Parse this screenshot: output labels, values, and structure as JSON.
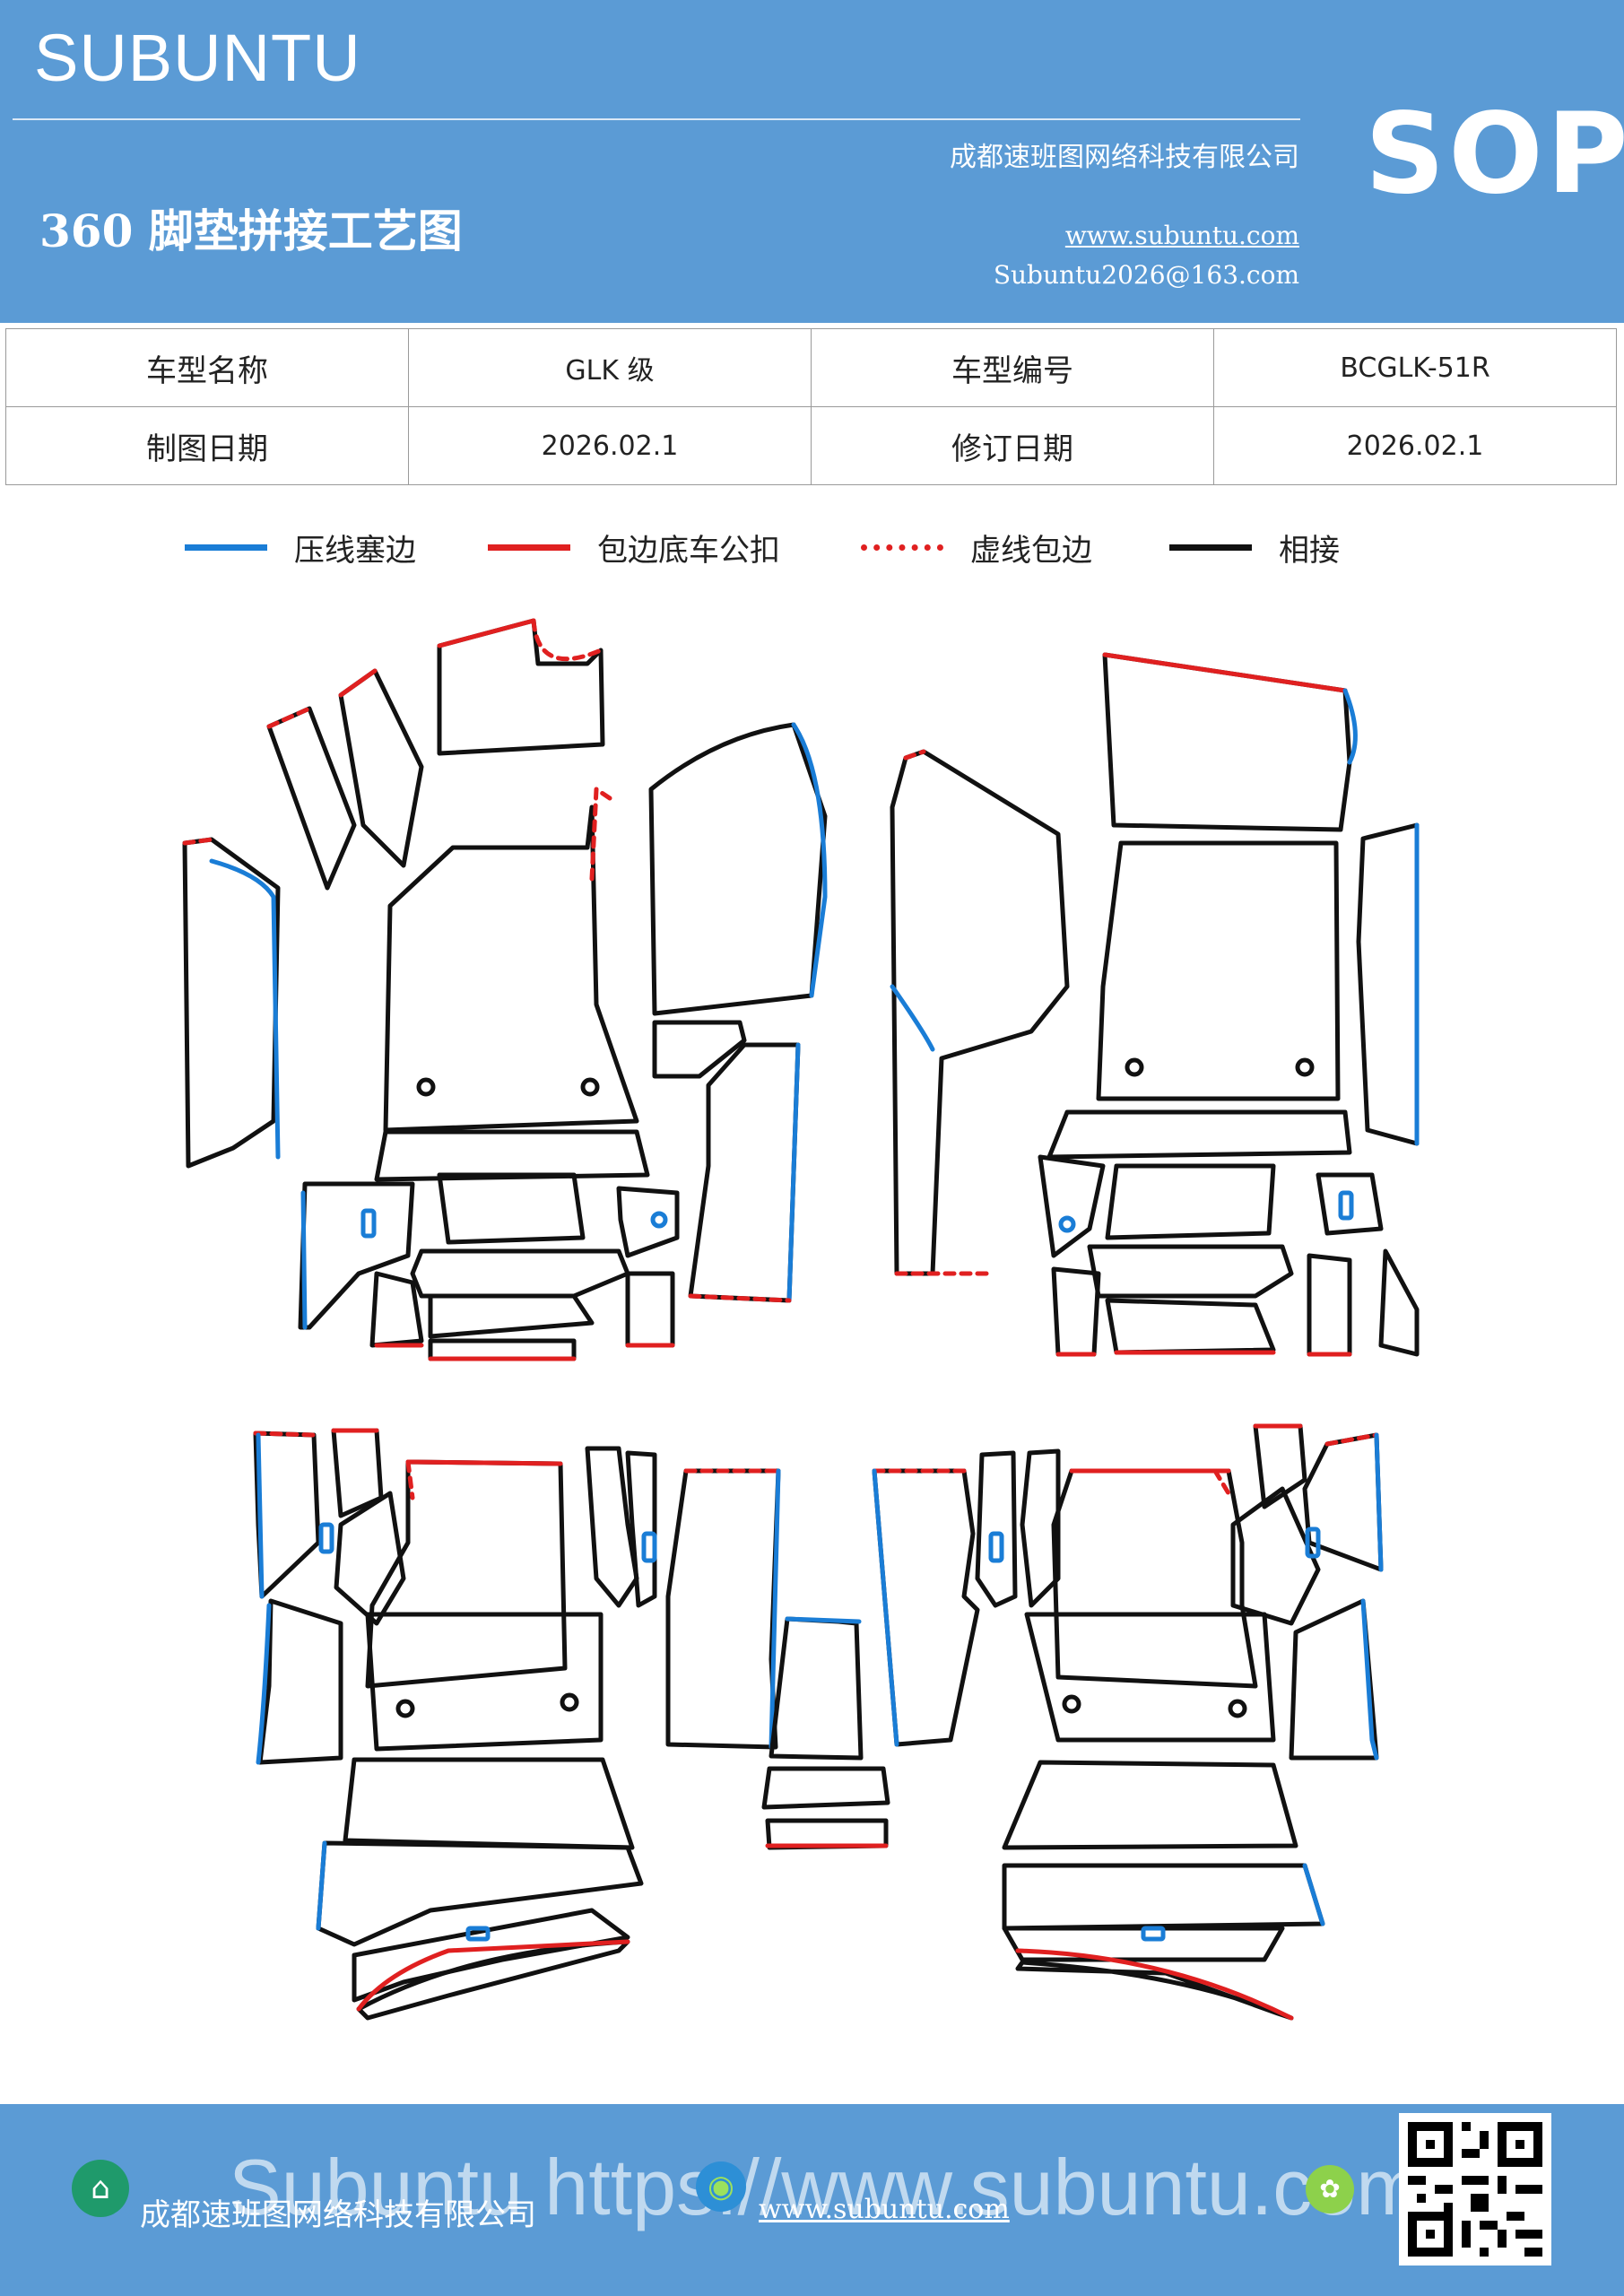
{
  "header": {
    "brand": "SUBUNTU",
    "title": "360 脚垫拼接工艺图",
    "company": "成都速班图网络科技有限公司",
    "website": "www.subuntu.com",
    "email": "Subuntu2026@163.com",
    "badge": "SOP"
  },
  "info_table": {
    "rows": [
      {
        "label1": "车型名称",
        "value1": "GLK 级",
        "label2": "车型编号",
        "value2": "BCGLK-51R"
      },
      {
        "label1": "制图日期",
        "value1": "2026.02.1",
        "label2": "修订日期",
        "value2": "2026.02.1"
      }
    ]
  },
  "legend": [
    {
      "label": "压线塞边",
      "color": "#1a7dd6",
      "style": "solid"
    },
    {
      "label": "包边底车公扣",
      "color": "#e02020",
      "style": "solid"
    },
    {
      "label": "虚线包边",
      "color": "#e02020",
      "style": "dotted"
    },
    {
      "label": "相接",
      "color": "#111111",
      "style": "solid"
    }
  ],
  "diagram": {
    "colors": {
      "press_edge": "#1a7dd6",
      "wrap_edge": "#e02020",
      "dotted_edge": "#e02020",
      "joint": "#111111"
    }
  },
  "footer": {
    "company": "成都速班图网络科技有限公司",
    "website": "www.subuntu.com",
    "watermark": "Subuntu https://www.subuntu.com",
    "icons": [
      "company-icon",
      "globe-icon",
      "leaf-icon",
      "qr-code"
    ]
  }
}
